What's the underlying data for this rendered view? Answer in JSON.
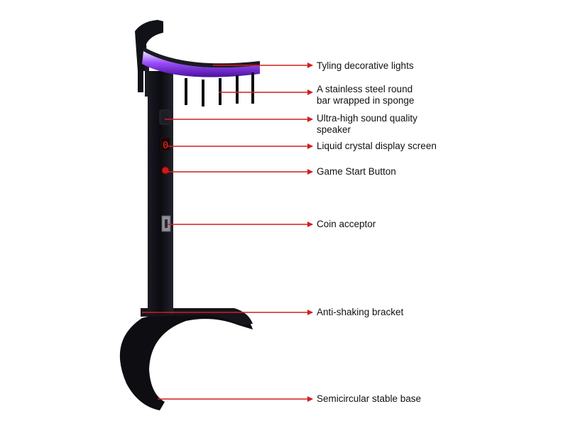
{
  "colors": {
    "background": "#ffffff",
    "machine_body": "#0b0b10",
    "light_strip": "#6f1fcf",
    "light_glow": "#e8dcff",
    "callout_arrow": "#d11f1f",
    "display_digit": "#ff2a1a",
    "start_button": "#d01818"
  },
  "callouts": [
    {
      "id": "lights",
      "lines": [
        "Tyling decorative lights"
      ]
    },
    {
      "id": "bar",
      "lines": [
        "A stainless steel round",
        "bar wrapped in sponge"
      ]
    },
    {
      "id": "speaker",
      "lines": [
        "Ultra-high sound quality",
        "speaker"
      ]
    },
    {
      "id": "display",
      "lines": [
        "Liquid crystal display screen"
      ]
    },
    {
      "id": "button",
      "lines": [
        "Game Start Button"
      ]
    },
    {
      "id": "coin",
      "lines": [
        "Coin acceptor"
      ]
    },
    {
      "id": "bracket",
      "lines": [
        "Anti-shaking bracket"
      ]
    },
    {
      "id": "base",
      "lines": [
        "Semicircular stable base"
      ]
    }
  ],
  "display_reading": "0"
}
